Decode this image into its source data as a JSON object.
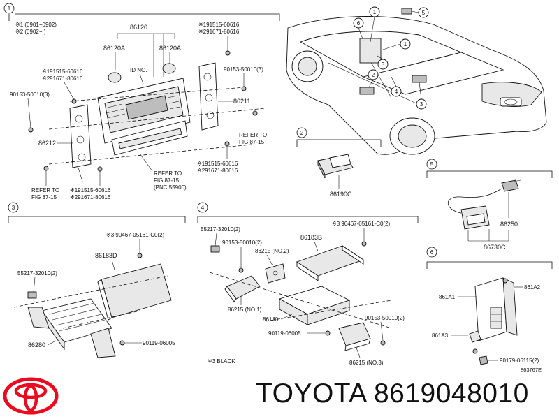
{
  "diagram": {
    "sections": {
      "s1": {
        "num": "1"
      },
      "s2": {
        "num": "2"
      },
      "s3": {
        "num": "3"
      },
      "s4": {
        "num": "4"
      },
      "s5": {
        "num": "5"
      },
      "s6": {
        "num": "6"
      }
    },
    "section1": {
      "note1": "※1 (0901−0902)",
      "note2": "※2 (0902−      )",
      "p86120": "86120",
      "p86120A_l": "86120A",
      "p86120A_r": "86120A",
      "id_no": "ID NO.",
      "p191515_tl": "※191515-60616",
      "p291671_tl": "※291671-80616",
      "p90153_l": "90153-50010(3)",
      "p86212": "86212",
      "refer_bl_1": "REFER TO",
      "refer_bl_2": "FIG 87-15",
      "p191515_bl": "※191515-60616",
      "p291671_bl": "※291671-80616",
      "p191515_tr": "※191515-60616",
      "p291671_tr": "※291671-80616",
      "p90153_r": "90153-50010(3)",
      "p86211": "86211",
      "refer_r_1": "REFER TO",
      "refer_r_2": "FIG 87-15",
      "p191515_br": "※191515-60616",
      "p291671_br": "※291671-80616",
      "refer_b_1": "REFER TO",
      "refer_b_2": "FIG 87-15",
      "refer_b_3": "(PNC 55900)"
    },
    "section2": {
      "p86190C": "86190C"
    },
    "section3": {
      "p90467": "※3 90467-05161-C0(2)",
      "p86183D": "86183D",
      "p55217": "55217-32010(2)",
      "p86280": "86280",
      "p90119": "90119-06005"
    },
    "section4": {
      "p55217": "55217-32010(2)",
      "p90153": "90153-50010(2)",
      "p86215_no2": "86215  (NO.2)",
      "p86183B": "86183B",
      "p90467": "※3 90467-05161-C0(2)",
      "p86215_no1": "86215  (NO.1)",
      "p86180": "86180",
      "p90153_r": "90153-50010(2)",
      "p90119": "90119-06005",
      "p86215_no3": "86215  (NO.3)",
      "black_note": "※3 BLACK"
    },
    "section5": {
      "p86250": "86250",
      "p86730C": "86730C"
    },
    "section6": {
      "p861A1": "861A1",
      "p861A2": "861A2",
      "p861A3": "861A3",
      "p90179": "90179-06115(2)",
      "fig_code": "863767E"
    },
    "car_callouts": [
      "1",
      "5",
      "6",
      "1",
      "3",
      "2",
      "4",
      "3"
    ]
  },
  "brand": {
    "name": "TOYOTA",
    "part_number": "8619048010",
    "logo": "toyota-logo",
    "logo_color": "#eb0a1e"
  }
}
